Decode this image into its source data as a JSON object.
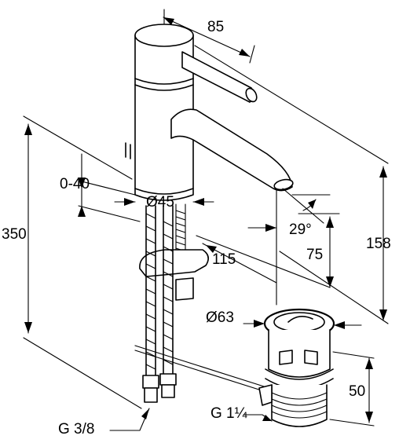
{
  "dimensions": {
    "top_spout_reach": "85",
    "total_height": "350",
    "tap_height": "158",
    "deck_thickness": "0-40",
    "body_diameter": "Ø45",
    "spout_angle": "29°",
    "projection": "115",
    "spout_clearance": "75",
    "waste_diameter": "Ø63",
    "waste_height": "50",
    "hose_thread": "G 3/8",
    "waste_thread": "G 1¼"
  },
  "icons": {
    "mixer": "basin-mixer-tap",
    "waste": "pop-up-waste-valve",
    "hoses": "flexible-supply-hoses"
  }
}
